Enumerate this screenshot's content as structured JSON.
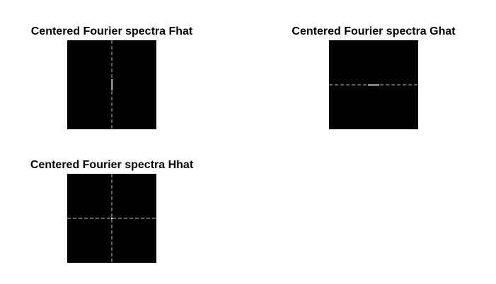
{
  "figure": {
    "background": "#ffffff",
    "panels": [
      {
        "id": "fhat",
        "title": "Centered Fourier spectra Fhat",
        "image_background": "#000000",
        "vertical_line": true,
        "horizontal_line": false,
        "line_color": "#bfbfbf",
        "center_color": "#ffffff"
      },
      {
        "id": "ghat",
        "title": "Centered Fourier spectra Ghat",
        "image_background": "#000000",
        "vertical_line": false,
        "horizontal_line": true,
        "line_color": "#bfbfbf",
        "center_color": "#ffffff"
      },
      {
        "id": "hhat",
        "title": "Centered Fourier spectra Hhat",
        "image_background": "#000000",
        "vertical_line": true,
        "horizontal_line": true,
        "line_color": "#bfbfbf",
        "center_color": "#ffffff"
      }
    ]
  }
}
